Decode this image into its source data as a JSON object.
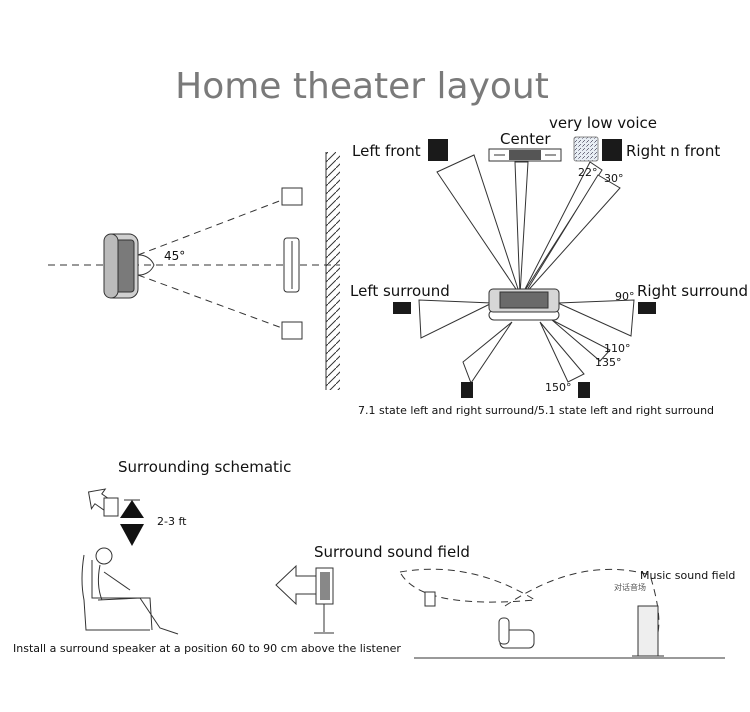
{
  "title": "Home theater layout",
  "top_diagram": {
    "angle_label": "45°",
    "left_front": "Left front",
    "center": "Center",
    "very_low_voice": "very low voice",
    "right_front": "Right n front",
    "angle_22": "22°",
    "angle_30": "30°",
    "left_surround": "Left surround",
    "right_surround": "Right surround",
    "angle_90": "90°",
    "angle_110": "110°",
    "angle_135": "135°",
    "angle_150": "150°",
    "caption": "7.1 state left and right surround/5.1 state left and right surround"
  },
  "bottom_left": {
    "heading": "Surrounding schematic",
    "height_label": "2-3 ft",
    "caption": "Install a surround speaker at a position 60 to 90 cm above the listener"
  },
  "bottom_right": {
    "heading": "Surround sound field",
    "music_label": "Music sound field",
    "dialogue_label": "对话音场"
  }
}
